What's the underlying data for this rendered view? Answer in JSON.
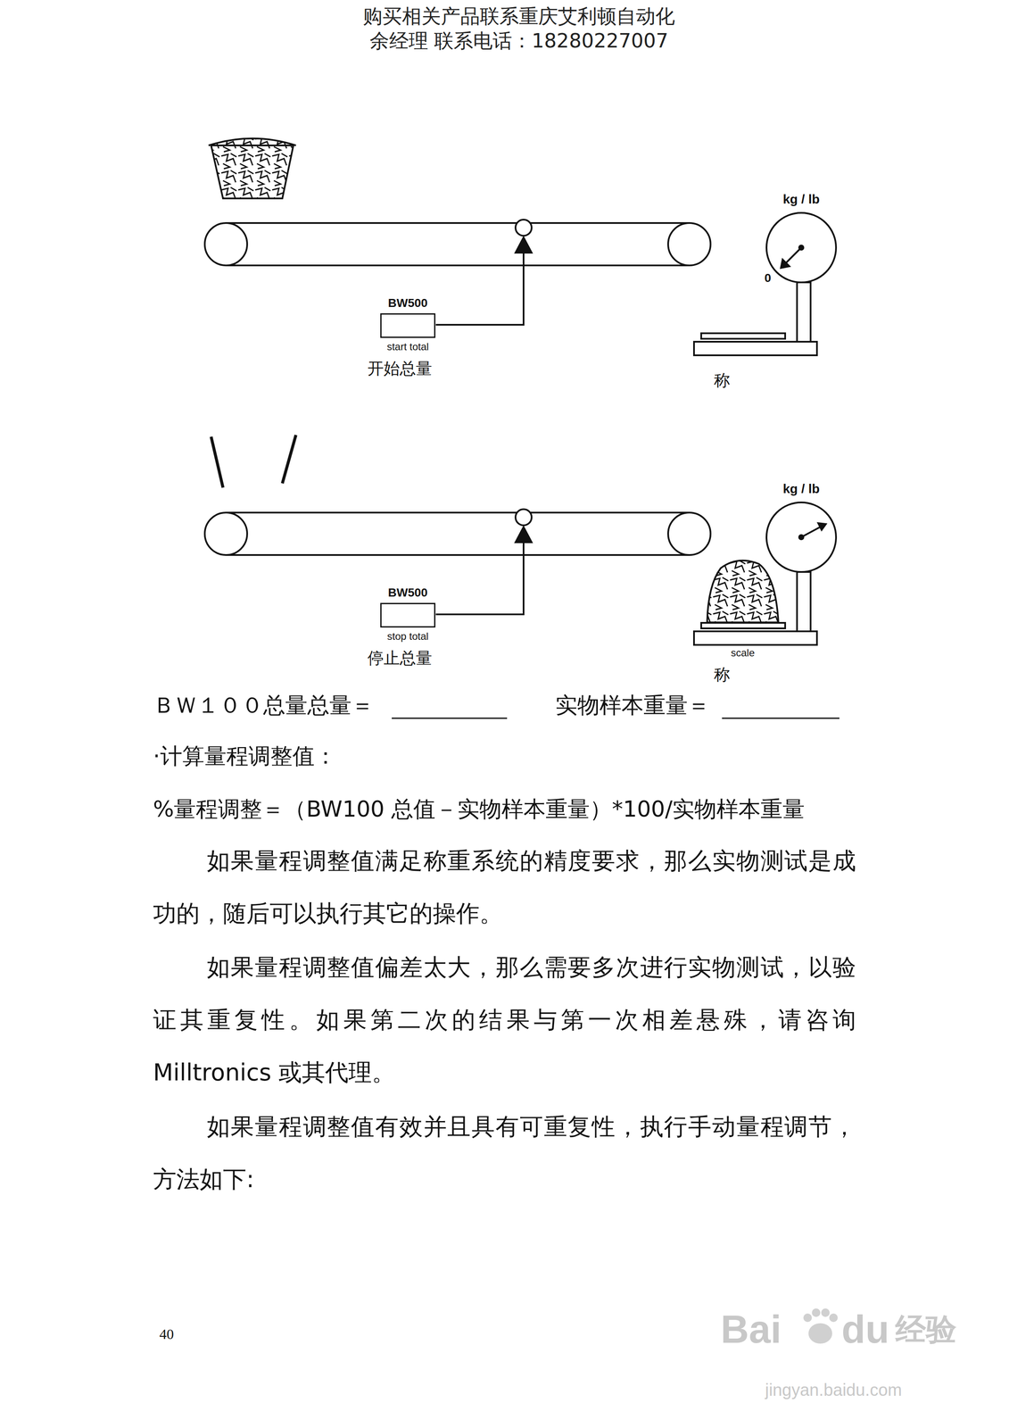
{
  "diagram": {
    "nodes": [
      {
        "text": [
          "BW500"
        ]
      },
      {
        "text": [
          "BW500"
        ]
      }
    ],
    "labels": [
      "购买相关产品联系重庆艾利顿自动化",
      "余经理 联系电话：18280227007",
      "kg / lb",
      "0",
      "start total",
      "开始总量",
      "称",
      "kg / lb",
      "stop total",
      "停止总量",
      "scale",
      "称",
      "ＢＷ１００总量总量＝",
      "实物样本重量＝",
      "·计算量程调整值：",
      "%量程调整＝（BW100 总值－实物样本重量）*100/实物样本重量",
      "如果量程调整值满足称重系统的精度要求，那么实物测试是成功的，随后可以执行其它的操作。",
      "如果量程调整值偏差太大，那么需要多次进行实物测试，以验证其重复性。如果第二次的结果与第一次相差悬殊，请咨询 Milltronics 或其代理。",
      "如果量程调整值有效并且具有可重复性，执行手动量程调节，方法如下:",
      "40",
      "Bai",
      "du",
      "经验",
      "jingyan.baidu.com"
    ]
  }
}
